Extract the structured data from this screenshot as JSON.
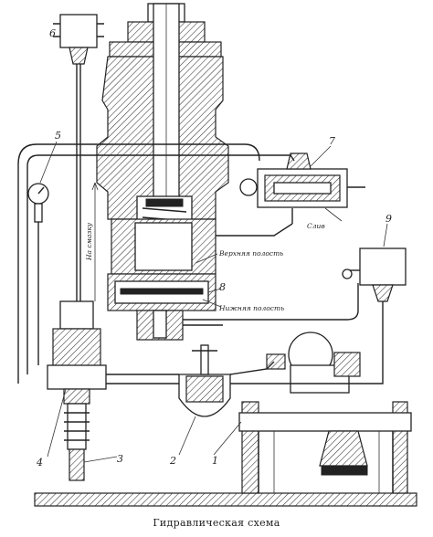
{
  "caption": "Гидравлическая схема",
  "labels": {
    "part_1": "1",
    "part_2": "2",
    "part_3": "3",
    "part_4": "4",
    "part_5": "5",
    "part_6": "6",
    "part_7": "7",
    "part_8": "8",
    "part_9": "9",
    "upper_cavity": "Верхняя полость",
    "lower_cavity": "Нижняя полость",
    "drain": "Слив",
    "to_lubrication": "На смазку"
  }
}
